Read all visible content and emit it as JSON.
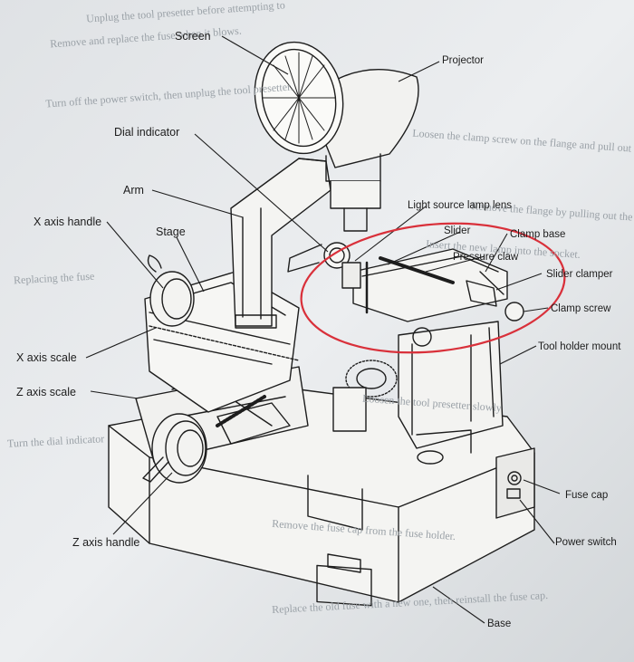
{
  "background_text": [
    "Unplug the tool presetter before attempting to",
    "Remove and replace the fuse when it blows.",
    "Turn off the power switch, then unplug the tool presetter.",
    "Loosen the clamp screw on the flange and pull out the flange.",
    "Remove the flange by pulling out the old lamp.",
    "Insert the new lamp into the socket.",
    "Replacing the fuse",
    "Loosen the tool presetter slowly",
    "Turn the dial indicator",
    "Remove the fuse cap from the fuse holder.",
    "Replace the old fuse with a new one, then reinstall the fuse cap."
  ],
  "labels": {
    "screen": "Screen",
    "projector": "Projector",
    "dial_indicator": "Dial indicator",
    "arm": "Arm",
    "x_axis_handle": "X axis handle",
    "stage": "Stage",
    "light_source_lamp_lens": "Light source lamp lens",
    "slider": "Slider",
    "clamp_base": "Clamp base",
    "pressure_claw": "Pressure claw",
    "slider_clamper": "Slider clamper",
    "clamp_screw": "Clamp screw",
    "tool_holder_mount": "Tool holder mount",
    "x_axis_scale": "X axis scale",
    "z_axis_scale": "Z axis scale",
    "fuse_cap": "Fuse cap",
    "power_switch": "Power switch",
    "z_axis_handle": "Z axis handle",
    "base": "Base"
  },
  "colors": {
    "paper": "#e6e8ea",
    "ink": "#1d1d1d",
    "highlight_ellipse": "#d9303a"
  },
  "icons": [
    "tool-presetter-illustration",
    "highlight-ellipse"
  ]
}
